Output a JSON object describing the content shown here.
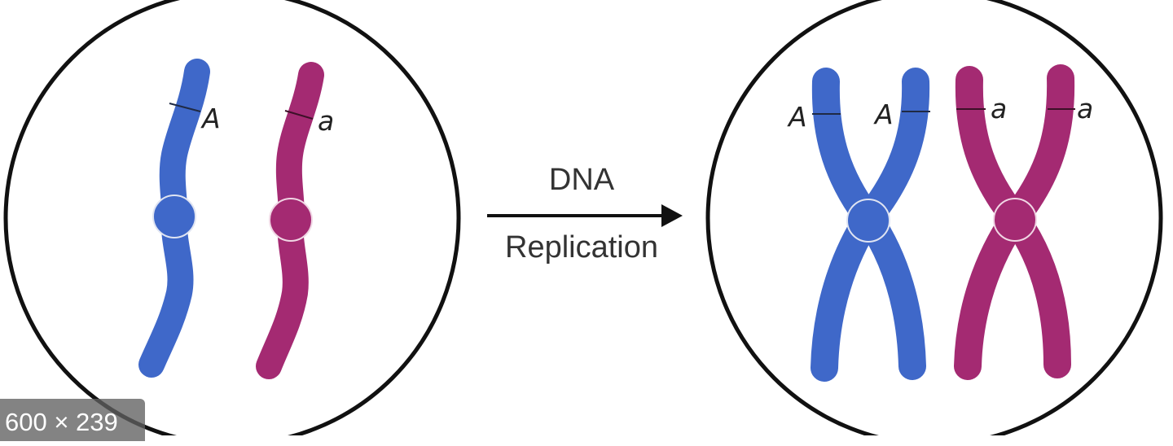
{
  "colors": {
    "allele_A": "#3f68c9",
    "allele_a": "#a42a72",
    "outline": "#111111",
    "centromere_outline": "#dfe4f2"
  },
  "left_cell": {
    "allele_labels": [
      "A",
      "a"
    ]
  },
  "arrow": {
    "label_top": "DNA",
    "label_bottom": "Replication"
  },
  "right_cell": {
    "allele_labels": [
      "A",
      "A",
      "a",
      "a"
    ]
  },
  "image_size_badge": "600 × 239"
}
